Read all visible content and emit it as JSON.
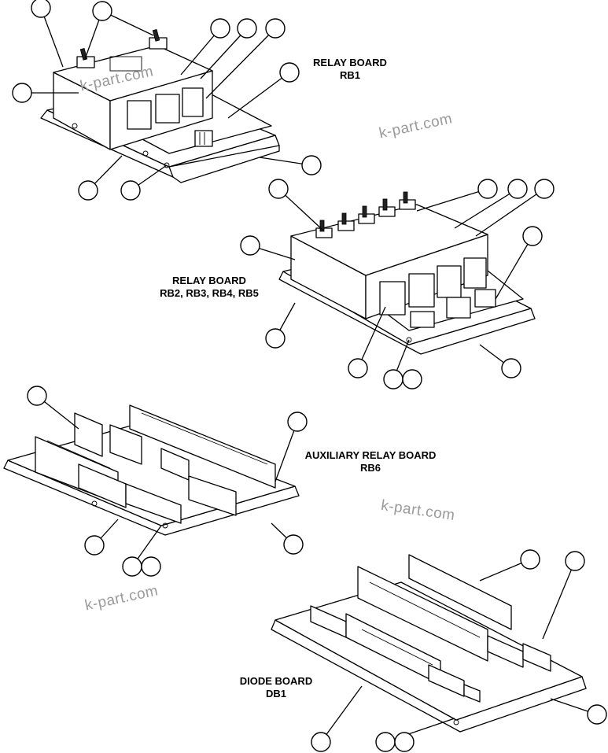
{
  "boards": [
    {
      "label_line1": "RELAY BOARD",
      "label_line2": "RB1"
    },
    {
      "label_line1": "RELAY BOARD",
      "label_line2": "RB2, RB3, RB4, RB5"
    },
    {
      "label_line1": "AUXILIARY RELAY BOARD",
      "label_line2": "RB6"
    },
    {
      "label_line1": "DIODE BOARD",
      "label_line2": "DB1"
    }
  ],
  "watermark": "k-part.com"
}
